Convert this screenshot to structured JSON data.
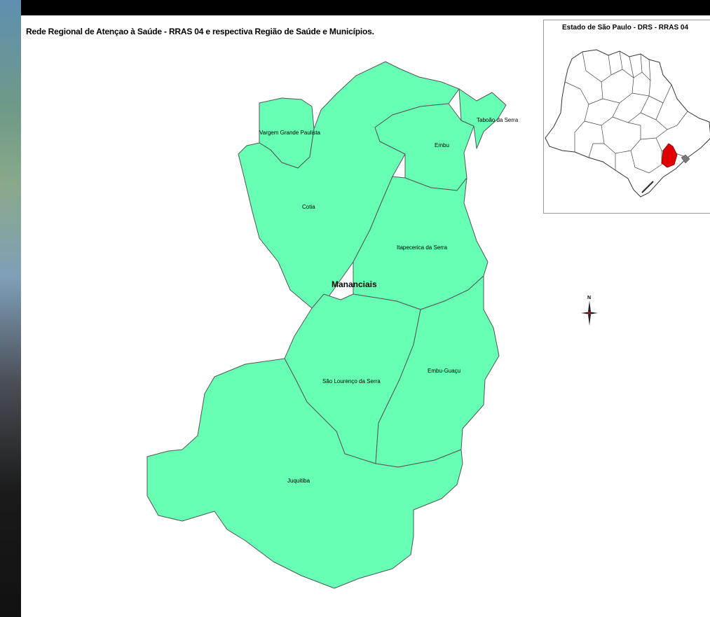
{
  "title": "Rede Regional de Atençao à Saúde - RRAS 04 e respectiva Região de Saúde e Municípios.",
  "inset": {
    "title": "Estado de São Paulo - DRS - RRAS 04"
  },
  "region": {
    "label": "Mananciais",
    "fill": "#66ffb3",
    "stroke": "#555555"
  },
  "municipalities": [
    {
      "name": "Vargem Grande Paulista"
    },
    {
      "name": "Taboão da Serra"
    },
    {
      "name": "Embu"
    },
    {
      "name": "Cotia"
    },
    {
      "name": "Itapecerica da Serra"
    },
    {
      "name": "São Lourenço da Serra"
    },
    {
      "name": "Embu-Guaçu"
    },
    {
      "name": "Juquitiba"
    }
  ],
  "compass": {
    "label": "N"
  },
  "highlight_color": "#e00000"
}
